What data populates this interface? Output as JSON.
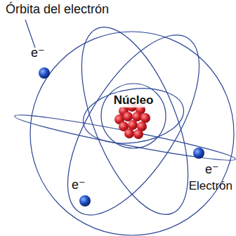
{
  "diagram": {
    "labels": [
      "Órbita del electrón",
      "e⁻",
      "Núcleo",
      "e⁻",
      "Electrón",
      "e⁻"
    ]
  }
}
